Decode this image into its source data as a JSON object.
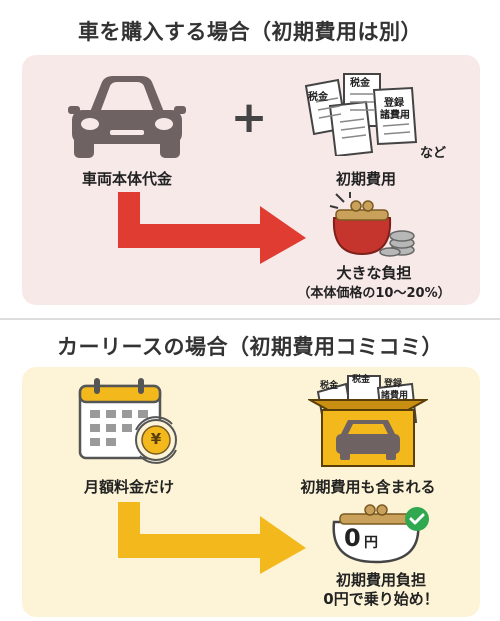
{
  "purchase": {
    "title": "車を購入する場合（初期費用は別）",
    "car_label": "車両本体代金",
    "plus": "+",
    "doc_labels": [
      "税金",
      "税金",
      "登録",
      "諸費用"
    ],
    "nado": "など",
    "fees_label": "初期費用",
    "burden_label": "大きな負担",
    "burden_sub": "（本体価格の10〜20%）"
  },
  "lease": {
    "title": "カーリースの場合（初期費用コミコミ）",
    "calendar_label": "月額料金だけ",
    "yen": "¥",
    "box_doc_labels": [
      "税金",
      "税金",
      "登録",
      "諸費用"
    ],
    "included_label": "初期費用も含まれる",
    "zero": "0",
    "yen_unit": "円",
    "result_line1": "初期費用負担",
    "result_line2": "0円で乗り始め！"
  },
  "colors": {
    "arrow_red": "#e03c32",
    "arrow_yellow": "#f3b91c",
    "car_gray": "#6e6262",
    "purse_red": "#c6352d",
    "check_green": "#2fa84f"
  }
}
